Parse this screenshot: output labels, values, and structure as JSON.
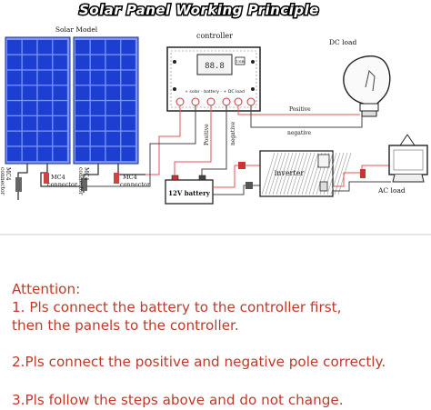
{
  "diagram": {
    "title": "Solar Panel Working Principle",
    "solar_model_label": "Solar Model",
    "controller_label": "controller",
    "controller_display": "88.8",
    "controller_usb": "USB",
    "controller_terminals": "+ solar  - battery -  + DC load",
    "dc_load_label": "DC load",
    "positive_label": "Positive",
    "negative_label": "negative",
    "positive_vertical": "Positive",
    "negative_vertical": "negative",
    "mc4_left": "MC4",
    "mc4_left_sub": "connector",
    "mc4_right": "MC4",
    "mc4_right_sub": "connector",
    "mc4_vertical_left": "MC4",
    "connector_vertical_left": "connector",
    "mc4_vertical_right": "MC4",
    "connector_vertical_right": "connector",
    "battery_label": "12V battery",
    "inverter_label": "inverter",
    "ac_load_label": "AC load",
    "colors": {
      "panel": "#1d3fd1",
      "panel_frame": "#7a93ff",
      "wire_red": "#e05555",
      "wire_dark": "#444444",
      "notes": "#c0392b"
    }
  },
  "notes": {
    "heading": "Attention:",
    "line1": "1. Pls connect the battery to the controller first,",
    "line1b": "then the panels to the controller.",
    "line2": "2.Pls connect the positive and negative pole correctly.",
    "line3": "3.Pls follow the steps above and do not change."
  }
}
